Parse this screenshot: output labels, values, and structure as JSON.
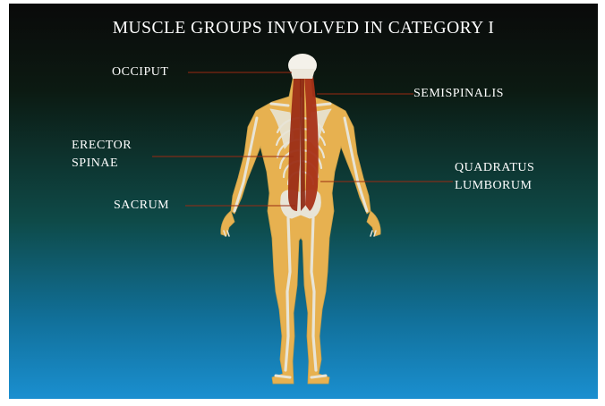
{
  "title": "MUSCLE GROUPS INVOLVED IN CATEGORY I",
  "labels": {
    "occiput": "OCCIPUT",
    "semispinalis": "SEMISPINALIS",
    "erector_line1": "ERECTOR",
    "erector_line2": "SPINAE",
    "quadratus_line1": "QUADRATUS",
    "quadratus_line2": "LUMBORUM",
    "sacrum": "SACRUM"
  },
  "colors": {
    "background_top": "#0a0a0a",
    "background_mid": "#0e4a48",
    "background_bottom": "#1a8fd0",
    "body_fill": "#e7b150",
    "bone": "#e8e4d6",
    "muscle": "#a83218",
    "leader_line": "#9a2a12",
    "text": "#ffffff"
  }
}
